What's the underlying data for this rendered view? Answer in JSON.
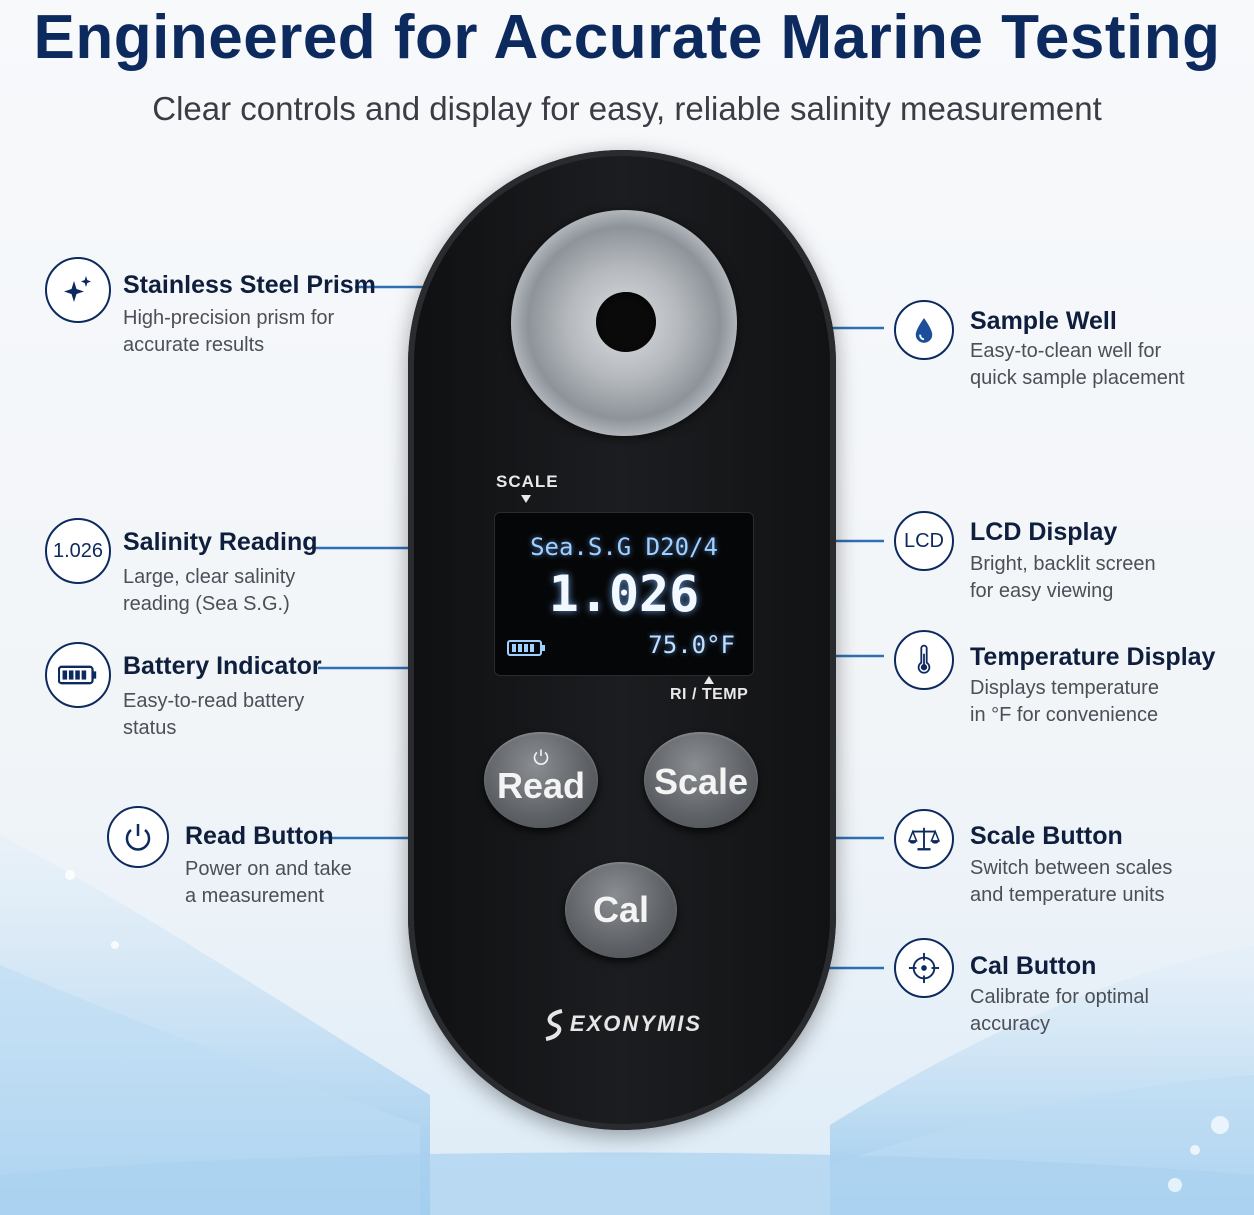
{
  "title": "Engineered for Accurate Marine Testing",
  "subtitle": "Clear controls and display for easy, reliable salinity measurement",
  "device": {
    "scale_marker": "SCALE",
    "ri_temp_marker": "RI / TEMP",
    "screen": {
      "mode": "Sea.S.G  D20/4",
      "value": "1.026",
      "temperature": "75.0°F"
    },
    "buttons": {
      "read": "Read",
      "scale": "Scale",
      "cal": "Cal"
    },
    "brand": "EXONYMIS"
  },
  "callouts": {
    "prism": {
      "heading": "Stainless Steel Prism",
      "line1": "High-precision prism for",
      "line2": "accurate results",
      "icon": "sparkle-icon"
    },
    "salinity": {
      "heading": "Salinity Reading",
      "line1": "Large, clear salinity",
      "line2": "reading (Sea S.G.)",
      "icon_text": "1.026"
    },
    "battery": {
      "heading": "Battery Indicator",
      "line1": "Easy-to-read battery",
      "line2": "status",
      "icon": "battery-icon"
    },
    "read": {
      "heading": "Read Button",
      "line1": "Power on and take",
      "line2": "a measurement",
      "icon": "power-icon"
    },
    "well": {
      "heading": "Sample Well",
      "line1": "Easy-to-clean well for",
      "line2": "quick sample placement",
      "icon": "droplet-icon"
    },
    "lcd": {
      "heading": "LCD Display",
      "line1": "Bright, backlit screen",
      "line2": "for easy viewing",
      "icon_text": "LCD"
    },
    "temp": {
      "heading": "Temperature Display",
      "line1": "Displays temperature",
      "line2": "in °F for convenience",
      "icon": "thermometer-icon"
    },
    "scale": {
      "heading": "Scale Button",
      "line1": "Switch between scales",
      "line2": "and temperature units",
      "icon": "balance-scale-icon"
    },
    "cal": {
      "heading": "Cal Button",
      "line1": "Calibrate for optimal",
      "line2": "accuracy",
      "icon": "crosshair-icon"
    }
  },
  "colors": {
    "title": "#0d2a5e",
    "callout_line": "#2f6fb3",
    "screen_glow": "#9fd0ff"
  }
}
